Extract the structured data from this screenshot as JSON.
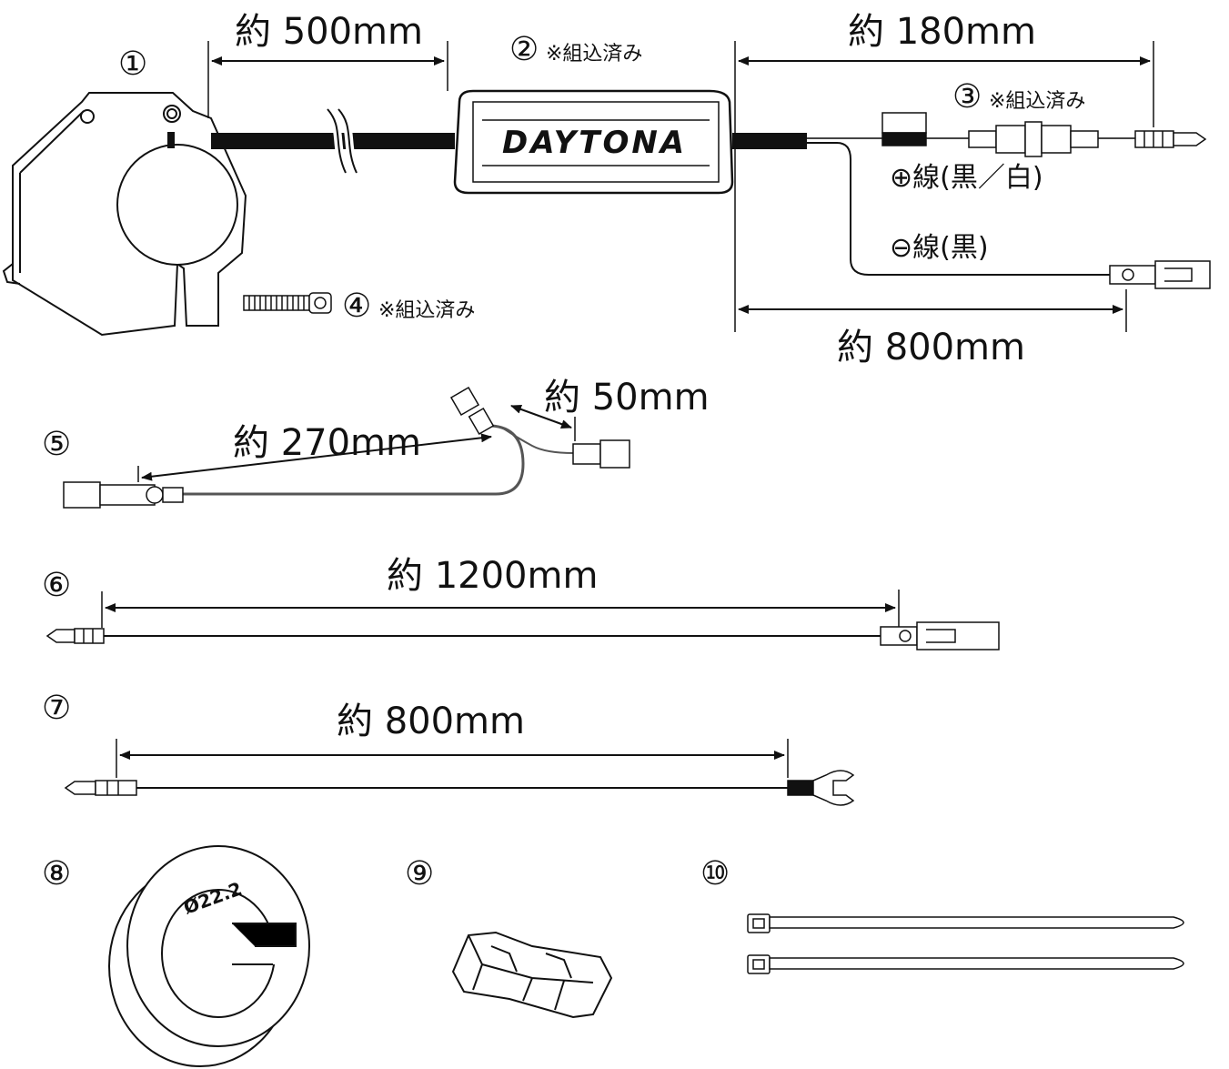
{
  "parts": {
    "p1": {
      "number": "①"
    },
    "p2": {
      "number": "②",
      "note": "※組込済み"
    },
    "p3": {
      "number": "③",
      "note": "※組込済み"
    },
    "p4": {
      "number": "④",
      "note": "※組込済み"
    },
    "p5": {
      "number": "⑤"
    },
    "p6": {
      "number": "⑥"
    },
    "p7": {
      "number": "⑦"
    },
    "p8": {
      "number": "⑧",
      "size_mark": "Ø22.2"
    },
    "p9": {
      "number": "⑨"
    },
    "p10": {
      "number": "⑩"
    }
  },
  "dimensions": {
    "cable_main": "約 500mm",
    "plus_lead": "約 180mm",
    "minus_lead": "約 800mm",
    "branch_short": "約 50mm",
    "branch_long": "約 270mm",
    "cable6": "約 1200mm",
    "cable7": "約 800mm"
  },
  "labels": {
    "logo": "DAYTONA",
    "plus_wire": "⊕線(黒／白)",
    "minus_wire": "⊖線(黒)"
  }
}
